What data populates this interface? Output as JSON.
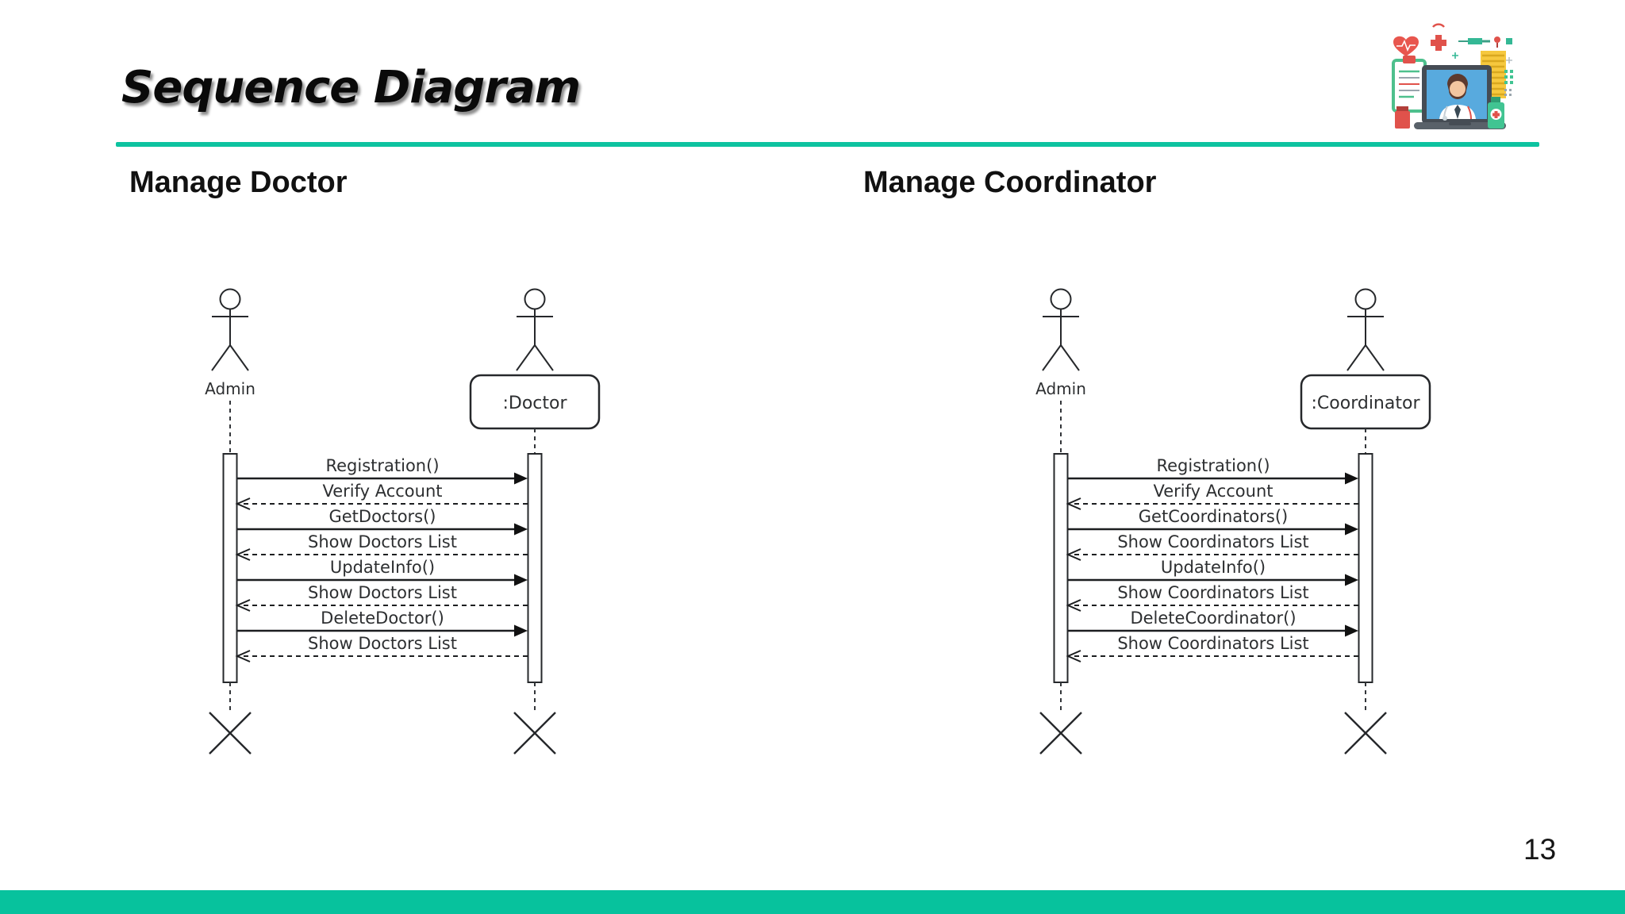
{
  "slide": {
    "title": "Sequence Diagram",
    "page_number": "13"
  },
  "header": {
    "logo_icon": "telehealth-doctor-on-laptop-illustration"
  },
  "colors": {
    "accent_teal": "#0dc3a0",
    "diagram_ink": "#26282b"
  },
  "diagrams": [
    {
      "heading": "Manage Doctor",
      "actors": [
        {
          "label": "Admin",
          "kind": "stick-actor"
        },
        {
          "label": ":Doctor",
          "kind": "stick-actor-with-object-box"
        }
      ],
      "messages": [
        {
          "label": "Registration()",
          "from": "Admin",
          "to": ":Doctor",
          "line": "solid"
        },
        {
          "label": "Verify Account",
          "from": ":Doctor",
          "to": "Admin",
          "line": "dashed"
        },
        {
          "label": "GetDoctors()",
          "from": "Admin",
          "to": ":Doctor",
          "line": "solid"
        },
        {
          "label": "Show Doctors List",
          "from": ":Doctor",
          "to": "Admin",
          "line": "dashed"
        },
        {
          "label": "UpdateInfo()",
          "from": "Admin",
          "to": ":Doctor",
          "line": "solid"
        },
        {
          "label": "Show Doctors List",
          "from": ":Doctor",
          "to": "Admin",
          "line": "dashed"
        },
        {
          "label": "DeleteDoctor()",
          "from": "Admin",
          "to": ":Doctor",
          "line": "solid"
        },
        {
          "label": "Show Doctors List",
          "from": ":Doctor",
          "to": "Admin",
          "line": "dashed"
        }
      ]
    },
    {
      "heading": "Manage Coordinator",
      "actors": [
        {
          "label": "Admin",
          "kind": "stick-actor"
        },
        {
          "label": ":Coordinator",
          "kind": "stick-actor-with-object-box"
        }
      ],
      "messages": [
        {
          "label": "Registration()",
          "from": "Admin",
          "to": ":Coordinator",
          "line": "solid"
        },
        {
          "label": "Verify Account",
          "from": ":Coordinator",
          "to": "Admin",
          "line": "dashed"
        },
        {
          "label": "GetCoordinators()",
          "from": "Admin",
          "to": ":Coordinator",
          "line": "solid"
        },
        {
          "label": "Show Coordinators List",
          "from": ":Coordinator",
          "to": "Admin",
          "line": "dashed"
        },
        {
          "label": "UpdateInfo()",
          "from": "Admin",
          "to": ":Coordinator",
          "line": "solid"
        },
        {
          "label": "Show Coordinators List",
          "from": ":Coordinator",
          "to": "Admin",
          "line": "dashed"
        },
        {
          "label": "DeleteCoordinator()",
          "from": "Admin",
          "to": ":Coordinator",
          "line": "solid"
        },
        {
          "label": "Show Coordinators List",
          "from": ":Coordinator",
          "to": "Admin",
          "line": "dashed"
        }
      ]
    }
  ]
}
